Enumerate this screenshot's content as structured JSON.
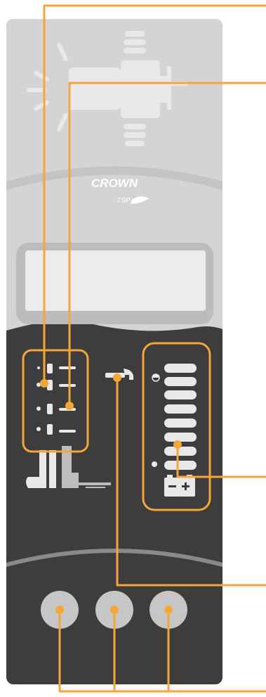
{
  "brand": {
    "logo_text": "CROWN",
    "sub_logo_text": "TSP"
  },
  "colors": {
    "panel_dark": "#3d3d3d",
    "panel_light": "#d4d4d4",
    "panel_mid": "#bfbfbf",
    "icon_light": "#e8e8e8",
    "callout": "#f5a637",
    "button": "#c6c6c6"
  },
  "display": {
    "screen": "lcd-display"
  },
  "indicators": {
    "height_levels": 4,
    "battery_segments": 8
  },
  "buttons": {
    "count": 3
  },
  "icons": [
    "truck-warning-icon",
    "height-indicator-icon",
    "wrench-icon",
    "battery-icon",
    "forklift-icon"
  ]
}
